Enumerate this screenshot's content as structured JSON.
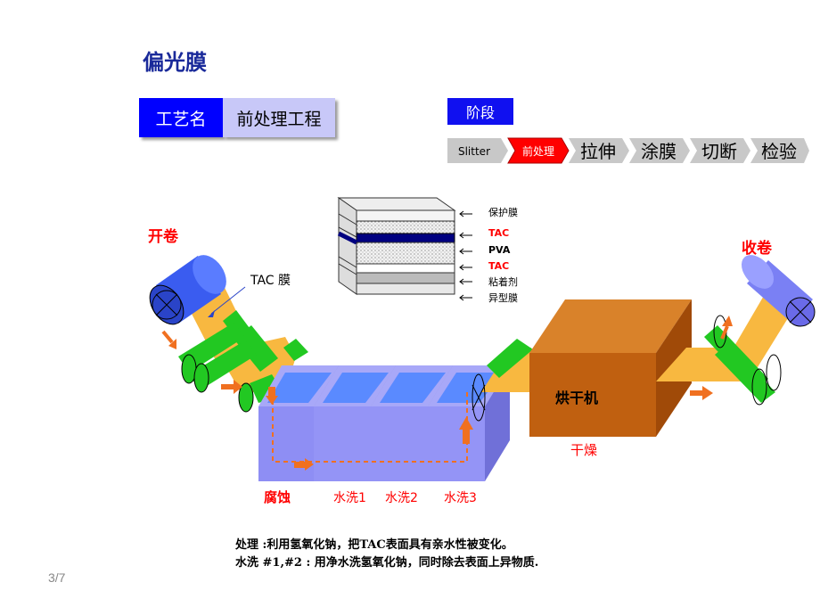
{
  "title": "偏光膜",
  "process": {
    "label": "工艺名",
    "value": "前处理工程"
  },
  "stage": {
    "label": "阶段",
    "steps": [
      {
        "label": "Slitter",
        "active": false
      },
      {
        "label": "前处理",
        "active": true
      },
      {
        "label": "拉伸",
        "active": false
      },
      {
        "label": "涂膜",
        "active": false
      },
      {
        "label": "切断",
        "active": false
      },
      {
        "label": "检验",
        "active": false
      }
    ]
  },
  "diagram": {
    "unwind": "开卷",
    "rewind": "收卷",
    "film_label": "TAC 膜",
    "layers": [
      "保护膜",
      "TAC",
      "PVA",
      "TAC",
      "粘着剂",
      "异型膜"
    ],
    "dryer": "烘干机",
    "dry": "干燥",
    "tanks": [
      "腐蚀",
      "水洗1",
      "水洗2",
      "水洗3"
    ]
  },
  "notes": [
    "处理 :利用氢氧化钠，把TAC表面具有亲水性被变化。",
    "水洗 #1,#2 : 用净水洗氢氧化钠，同时除去表面上异物质."
  ],
  "page": "3/7",
  "colors": {
    "title": "#1a2a9a",
    "label_blue": "#0000ff",
    "value_bg": "#c8c8f8",
    "active_step": "#ff0000",
    "inactive_step": "#c8c8c8",
    "tank": "#8e8ef4",
    "water": "#5a8aff",
    "film": "#f8b840",
    "roller": "#22c822",
    "dryer": "#c06010",
    "arrow": "#f07020",
    "red_text": "#ff0000"
  }
}
